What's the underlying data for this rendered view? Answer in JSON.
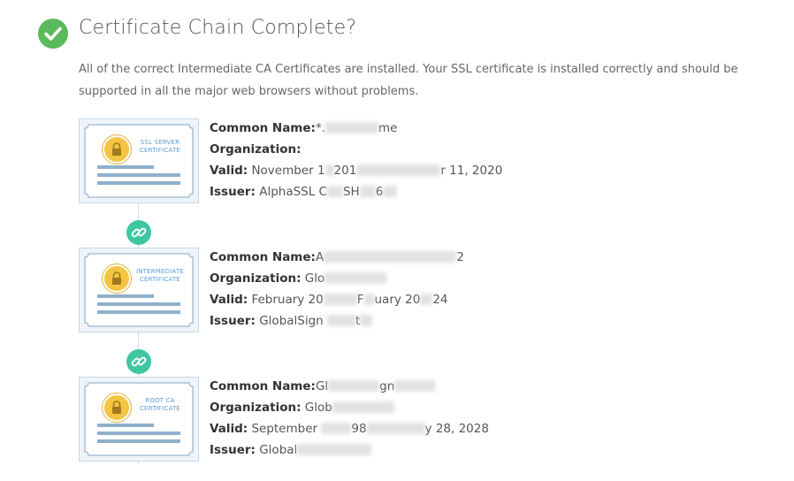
{
  "header": {
    "title": "Certificate Chain Complete?",
    "status_icon": "check-circle-icon",
    "status_color": "#5cb85c"
  },
  "summary": "All of the correct Intermediate CA Certificates are installed. Your SSL certificate is installed correctly and should be supported in all the major web browsers without problems.",
  "link_icon": "chain-link-icon",
  "link_color": "#3ec6a1",
  "certificates": [
    {
      "type_label": "SSL SERVER CERTIFICATE",
      "common_name_label": "Common Name:",
      "common_name_value": "*.",
      "common_name_tail": "me",
      "organization_label": "Organization:",
      "organization_value": "",
      "valid_label": "Valid:",
      "valid_value": "November 1",
      "valid_mid": "201",
      "valid_tail": "r 11, 2020",
      "issuer_label": "Issuer:",
      "issuer_value": "AlphaSSL C",
      "issuer_mid": "SH",
      "issuer_tail": "6"
    },
    {
      "type_label": "INTERMEDIATE CERTIFICATE",
      "common_name_label": "Common Name:",
      "common_name_value": "A",
      "common_name_tail": "2",
      "organization_label": "Organization:",
      "organization_value": "Glo",
      "valid_label": "Valid:",
      "valid_value": "February 20",
      "valid_mid": "F",
      "valid_tail": "uary 20",
      "valid_end": "24",
      "issuer_label": "Issuer:",
      "issuer_value": "GlobalSign",
      "issuer_mid": "",
      "issuer_tail": "t"
    },
    {
      "type_label": "ROOT CA CERTIFICATE",
      "common_name_label": "Common Name:",
      "common_name_value": "Gl",
      "common_name_tail": "gn",
      "organization_label": "Organization:",
      "organization_value": "Glob",
      "valid_label": "Valid:",
      "valid_value": "September",
      "valid_mid": "98",
      "valid_tail": "y 28, 2028",
      "issuer_label": "Issuer:",
      "issuer_value": "Global",
      "issuer_mid": "",
      "issuer_tail": ""
    }
  ]
}
